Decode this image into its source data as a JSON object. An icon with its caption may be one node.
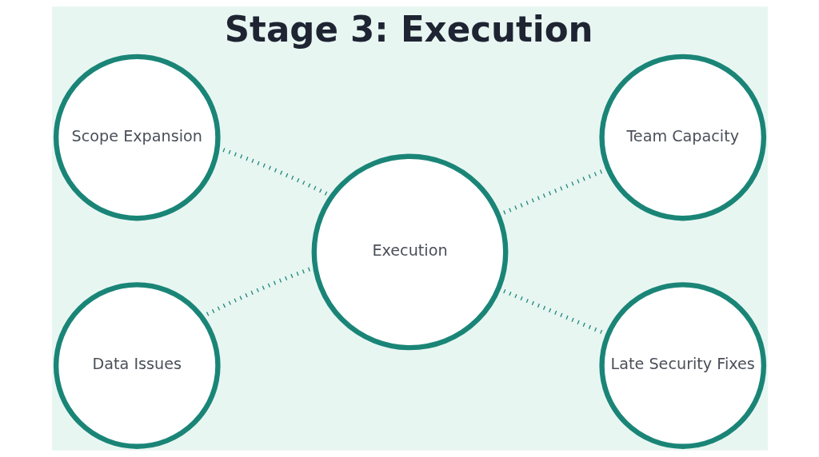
{
  "diagram": {
    "title": "Stage 3: Execution",
    "nodes": [
      {
        "text": [
          "Execution"
        ]
      },
      {
        "text": [
          "Scope Expansion"
        ]
      },
      {
        "text": [
          "Team Capacity"
        ]
      },
      {
        "text": [
          "Data Issues"
        ]
      },
      {
        "text": [
          "Late Security Fixes"
        ]
      }
    ],
    "edges": [
      {
        "from": 0,
        "to": 1,
        "arrow": "none",
        "style": "dashed"
      },
      {
        "from": 0,
        "to": 2,
        "arrow": "none",
        "style": "dashed"
      },
      {
        "from": 0,
        "to": 3,
        "arrow": "none",
        "style": "dashed"
      },
      {
        "from": 0,
        "to": 4,
        "arrow": "none",
        "style": "dashed"
      }
    ]
  }
}
